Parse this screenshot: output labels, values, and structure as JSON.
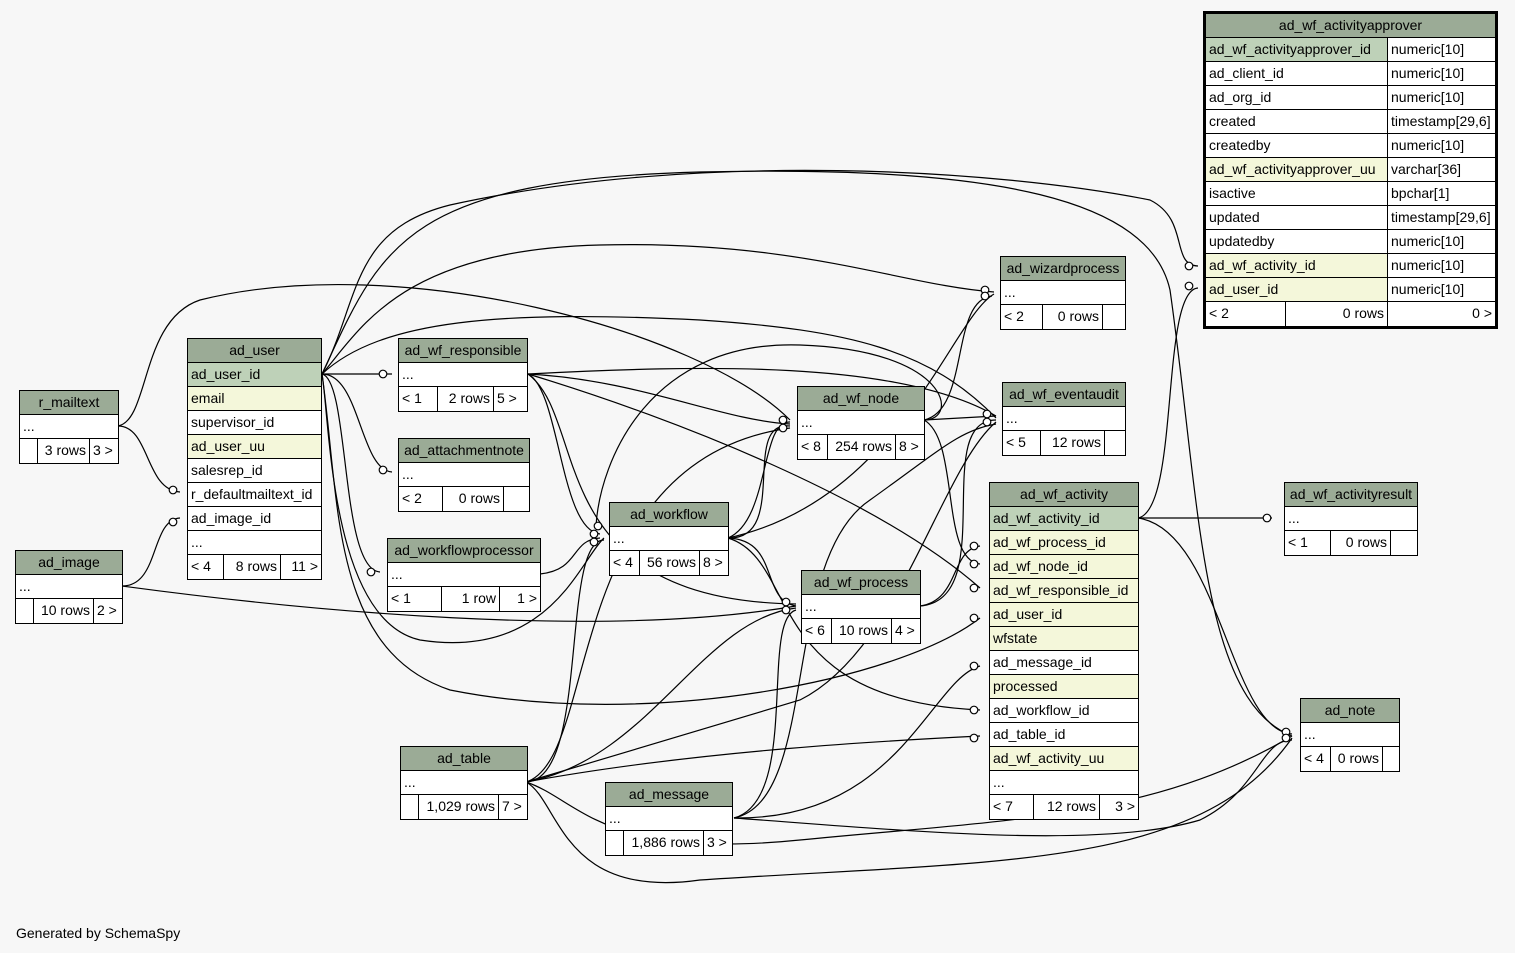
{
  "footer_text": "Generated by SchemaSpy",
  "colors": {
    "header": "#9bab96",
    "primary_key": "#bed1b8",
    "foreign_key": "#f4f7da",
    "background": "#f7f7f7"
  },
  "tables": {
    "ad_wf_activityapprover": {
      "name": "ad_wf_activityapprover",
      "columns": [
        {
          "name": "ad_wf_activityapprover_id",
          "type": "numeric[10]"
        },
        {
          "name": "ad_client_id",
          "type": "numeric[10]"
        },
        {
          "name": "ad_org_id",
          "type": "numeric[10]"
        },
        {
          "name": "created",
          "type": "timestamp[29,6]"
        },
        {
          "name": "createdby",
          "type": "numeric[10]"
        },
        {
          "name": "ad_wf_activityapprover_uu",
          "type": "varchar[36]"
        },
        {
          "name": "isactive",
          "type": "bpchar[1]"
        },
        {
          "name": "updated",
          "type": "timestamp[29,6]"
        },
        {
          "name": "updatedby",
          "type": "numeric[10]"
        },
        {
          "name": "ad_wf_activity_id",
          "type": "numeric[10]"
        },
        {
          "name": "ad_user_id",
          "type": "numeric[10]"
        }
      ],
      "parents": "< 2",
      "rows": "0 rows",
      "children": "0 >"
    },
    "r_mailtext": {
      "name": "r_mailtext",
      "ellipsis": "...",
      "parents": "",
      "rows": "3 rows",
      "children": "3 >"
    },
    "ad_image": {
      "name": "ad_image",
      "ellipsis": "...",
      "parents": "",
      "rows": "10 rows",
      "children": "2 >"
    },
    "ad_user": {
      "name": "ad_user",
      "columns": [
        "ad_user_id",
        "email",
        "supervisor_id",
        "ad_user_uu",
        "salesrep_id",
        "r_defaultmailtext_id",
        "ad_image_id",
        "..."
      ],
      "parents": "< 4",
      "rows": "8 rows",
      "children": "11 >"
    },
    "ad_wf_responsible": {
      "name": "ad_wf_responsible",
      "ellipsis": "...",
      "parents": "< 1",
      "rows": "2 rows",
      "children": "5 >"
    },
    "ad_attachmentnote": {
      "name": "ad_attachmentnote",
      "ellipsis": "...",
      "parents": "< 2",
      "rows": "0 rows",
      "children": ""
    },
    "ad_workflowprocessor": {
      "name": "ad_workflowprocessor",
      "ellipsis": "...",
      "parents": "< 1",
      "rows": "1 row",
      "children": "1 >"
    },
    "ad_workflow": {
      "name": "ad_workflow",
      "ellipsis": "...",
      "parents": "< 4",
      "rows": "56 rows",
      "children": "8 >"
    },
    "ad_wf_node": {
      "name": "ad_wf_node",
      "ellipsis": "...",
      "parents": "< 8",
      "rows": "254 rows",
      "children": "8 >"
    },
    "ad_wf_process": {
      "name": "ad_wf_process",
      "ellipsis": "...",
      "parents": "< 6",
      "rows": "10 rows",
      "children": "4 >"
    },
    "ad_wizardprocess": {
      "name": "ad_wizardprocess",
      "ellipsis": "...",
      "parents": "< 2",
      "rows": "0 rows",
      "children": ""
    },
    "ad_wf_eventaudit": {
      "name": "ad_wf_eventaudit",
      "ellipsis": "...",
      "parents": "< 5",
      "rows": "12 rows",
      "children": ""
    },
    "ad_wf_activity": {
      "name": "ad_wf_activity",
      "columns": [
        "ad_wf_activity_id",
        "ad_wf_process_id",
        "ad_wf_node_id",
        "ad_wf_responsible_id",
        "ad_user_id",
        "wfstate",
        "ad_message_id",
        "processed",
        "ad_workflow_id",
        "ad_table_id",
        "ad_wf_activity_uu",
        "..."
      ],
      "parents": "< 7",
      "rows": "12 rows",
      "children": "3 >"
    },
    "ad_wf_activityresult": {
      "name": "ad_wf_activityresult",
      "ellipsis": "...",
      "parents": "< 1",
      "rows": "0 rows",
      "children": ""
    },
    "ad_note": {
      "name": "ad_note",
      "ellipsis": "...",
      "parents": "< 4",
      "rows": "0 rows",
      "children": ""
    },
    "ad_table": {
      "name": "ad_table",
      "ellipsis": "...",
      "parents": "",
      "rows": "1,029 rows",
      "children": "7 >"
    },
    "ad_message": {
      "name": "ad_message",
      "ellipsis": "...",
      "parents": "",
      "rows": "1,886 rows",
      "children": "3 >"
    }
  }
}
